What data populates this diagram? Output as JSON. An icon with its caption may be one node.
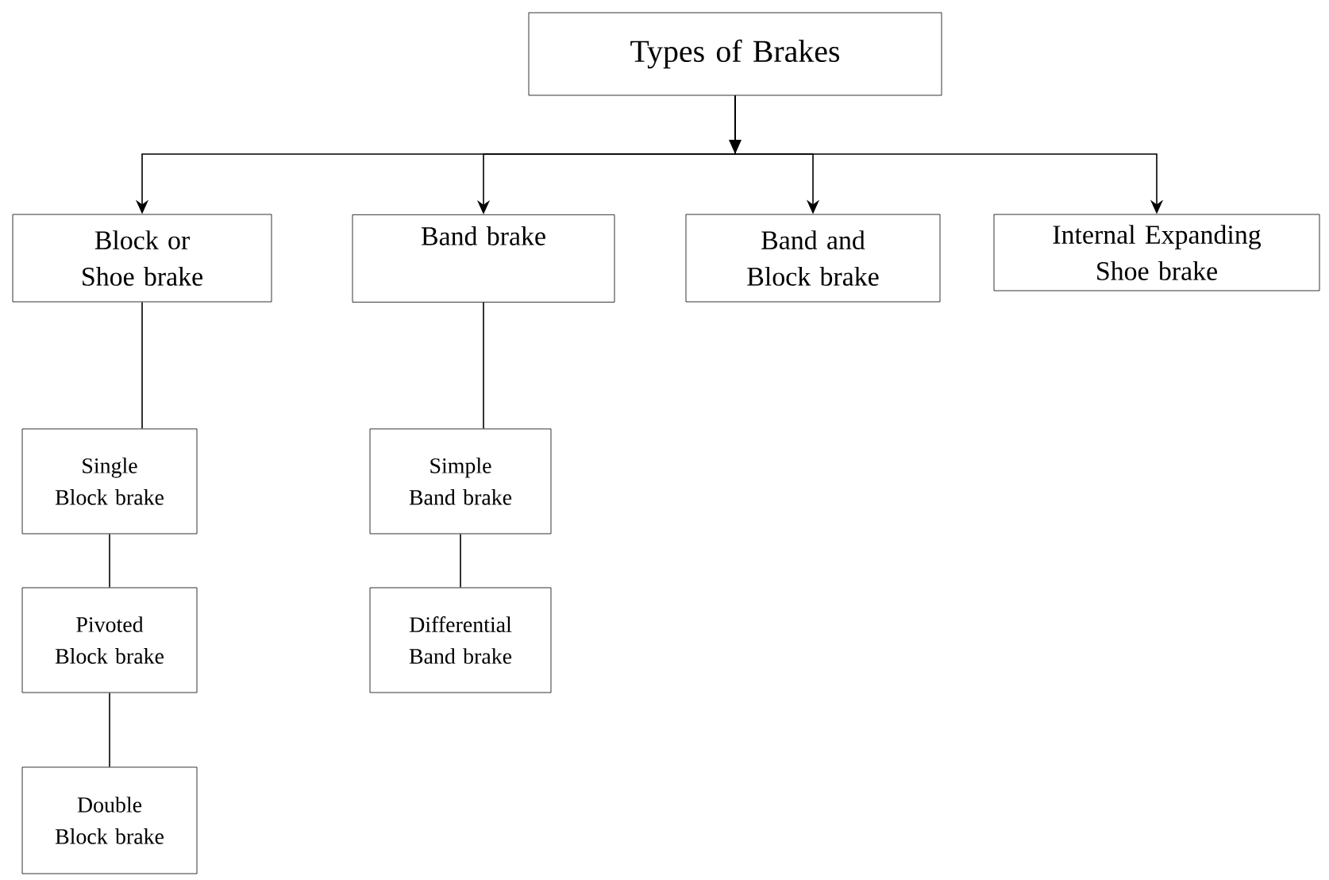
{
  "diagram": {
    "nodes": [
      {
        "text": [
          "Types of Brakes"
        ]
      },
      {
        "text": [
          "Block or Shoe brake"
        ]
      },
      {
        "text": [
          "Band brake"
        ]
      },
      {
        "text": [
          "Band and Block brake"
        ]
      },
      {
        "text": [
          "Internal Expanding Shoe brake"
        ]
      },
      {
        "text": [
          "Single Block brake"
        ]
      },
      {
        "text": [
          "Pivoted Block brake"
        ]
      },
      {
        "text": [
          "Double Block brake"
        ]
      },
      {
        "text": [
          "Simple Band brake"
        ]
      },
      {
        "text": [
          "Differential Band brake"
        ]
      }
    ],
    "edges": [
      {
        "from": 0,
        "to": 1,
        "arrow": "to"
      },
      {
        "from": 0,
        "to": 2,
        "arrow": "to"
      },
      {
        "from": 0,
        "to": 3,
        "arrow": "to"
      },
      {
        "from": 0,
        "to": 4,
        "arrow": "to"
      },
      {
        "from": 1,
        "to": 5,
        "arrow": "none"
      },
      {
        "from": 5,
        "to": 6,
        "arrow": "none"
      },
      {
        "from": 6,
        "to": 7,
        "arrow": "none"
      },
      {
        "from": 2,
        "to": 8,
        "arrow": "none"
      },
      {
        "from": 8,
        "to": 9,
        "arrow": "none"
      }
    ]
  }
}
